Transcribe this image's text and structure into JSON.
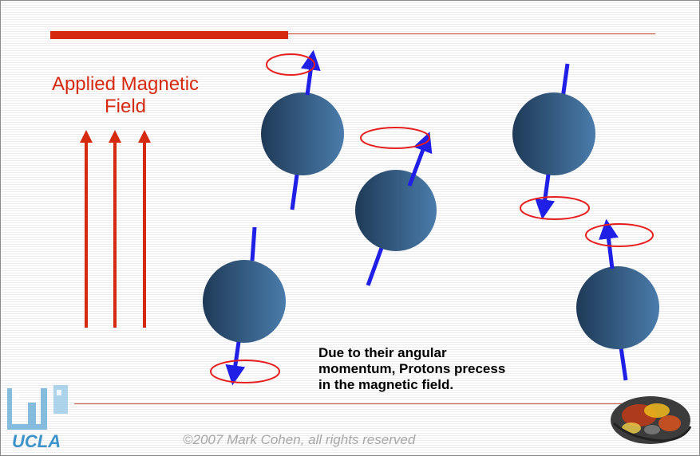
{
  "slide": {
    "title_lines": [
      "Applied Magnetic",
      "Field"
    ],
    "caption_lines": [
      "Due to their angular",
      "momentum, Protons precess",
      "in the magnetic field."
    ],
    "footer": "©2007 Mark Cohen, all rights reserved",
    "logo_text": "UCLA"
  },
  "colors": {
    "accent_red": "#d62a10",
    "proton_dark": "#1f3a57",
    "proton_light": "#4a7cab",
    "spin_arrow": "#1f1fe6",
    "precession_ring": "#e61e1e",
    "footer_text": "#a6a6a6"
  },
  "field_arrows": {
    "count": 3,
    "direction": "up"
  },
  "protons": [
    {
      "id": "proton-1",
      "spin": "up",
      "tilt": "right"
    },
    {
      "id": "proton-2",
      "spin": "up",
      "tilt": "right"
    },
    {
      "id": "proton-3",
      "spin": "down",
      "tilt": "left"
    },
    {
      "id": "proton-4",
      "spin": "down",
      "tilt": "left"
    },
    {
      "id": "proton-5",
      "spin": "up",
      "tilt": "left"
    }
  ]
}
